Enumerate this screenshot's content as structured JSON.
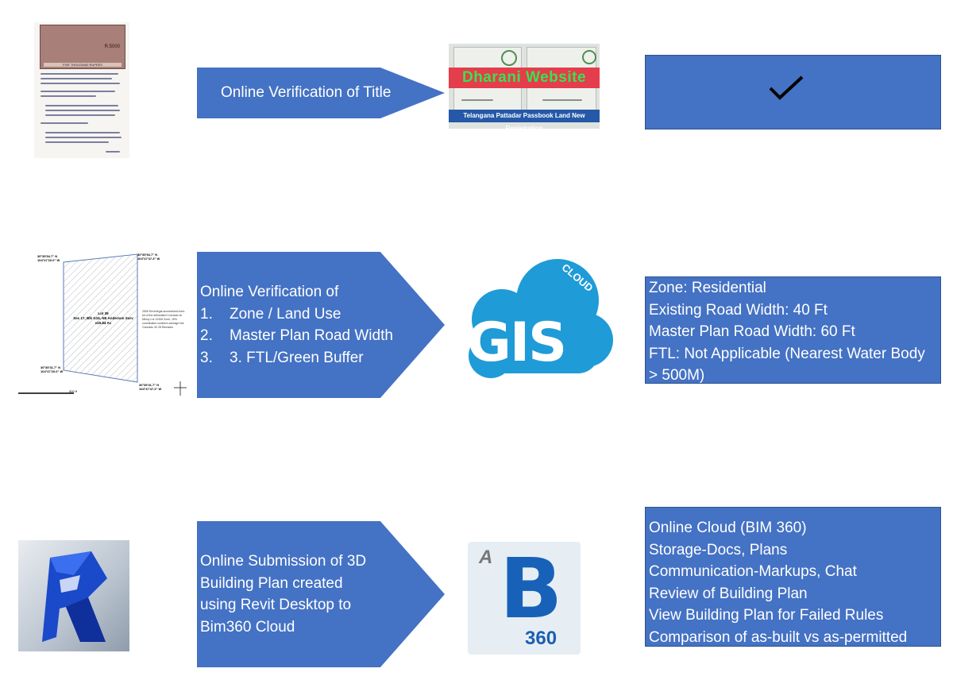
{
  "row1": {
    "arrow_text": "Online Verification of Title",
    "dharani_banner": "Dharani Website",
    "dharani_caption": "Telangana Pattadar Passbook Land New Registration",
    "result": {
      "icon": "checkmark-icon"
    },
    "document_stamp": {
      "value_text": "R.5000",
      "footer": "FIVE THOUSAND RUPEES"
    }
  },
  "row2": {
    "arrow_heading": "Online Verification of",
    "list": [
      {
        "num": "1.",
        "text": "Zone / Land Use"
      },
      {
        "num": "2.",
        "text": "Master Plan Road Width"
      },
      {
        "num": "3.",
        "text": "3. FTL/Green Buffer"
      }
    ],
    "gis": {
      "text": "GIS",
      "cloud_text": "CLOUD"
    },
    "survey": {
      "corner_tl": "30°35'54.7\" N\n104°47'20.0\" W",
      "corner_tr": "30°35'54.7\" N\n104°47'47.3\" W",
      "corner_bl": "30°35'31.7\" N\n104°47'20.0\" W",
      "corner_br": "30°35'31.7\" N\n104°47'47.3\" W",
      "lot": "Lot 39\nSec 17, Blk G15, NE Anderson Surv\n±15.84 Ac",
      "note": "2505 Drive/legal-access/land-form-lot of the delineated Colorado at Mercy Lot 12345 Zone, 15% coordinates southern acreage line Colorado 30 28 Remarks",
      "scale": "500 ft"
    },
    "details": [
      "Zone: Residential",
      "Existing Road Width: 40 Ft",
      "Master Plan Road Width: 60 Ft",
      "FTL: Not Applicable (Nearest Water Body > 500M)"
    ]
  },
  "row3": {
    "arrow_text": "Online Submission of 3D Building Plan created using Revit Desktop to Bim360 Cloud",
    "bim": {
      "letter": "B",
      "number": "360",
      "brand": "A"
    },
    "revit": {
      "letter": "R"
    },
    "details": [
      "Online Cloud (BIM 360)",
      "Storage-Docs, Plans",
      "Communication-Markups, Chat",
      "Review of Building Plan",
      "View Building Plan for Failed Rules",
      "Comparison of as-built vs as-permitted"
    ]
  },
  "colors": {
    "primary_blue": "#4472c4",
    "box_border": "#2f528f"
  }
}
